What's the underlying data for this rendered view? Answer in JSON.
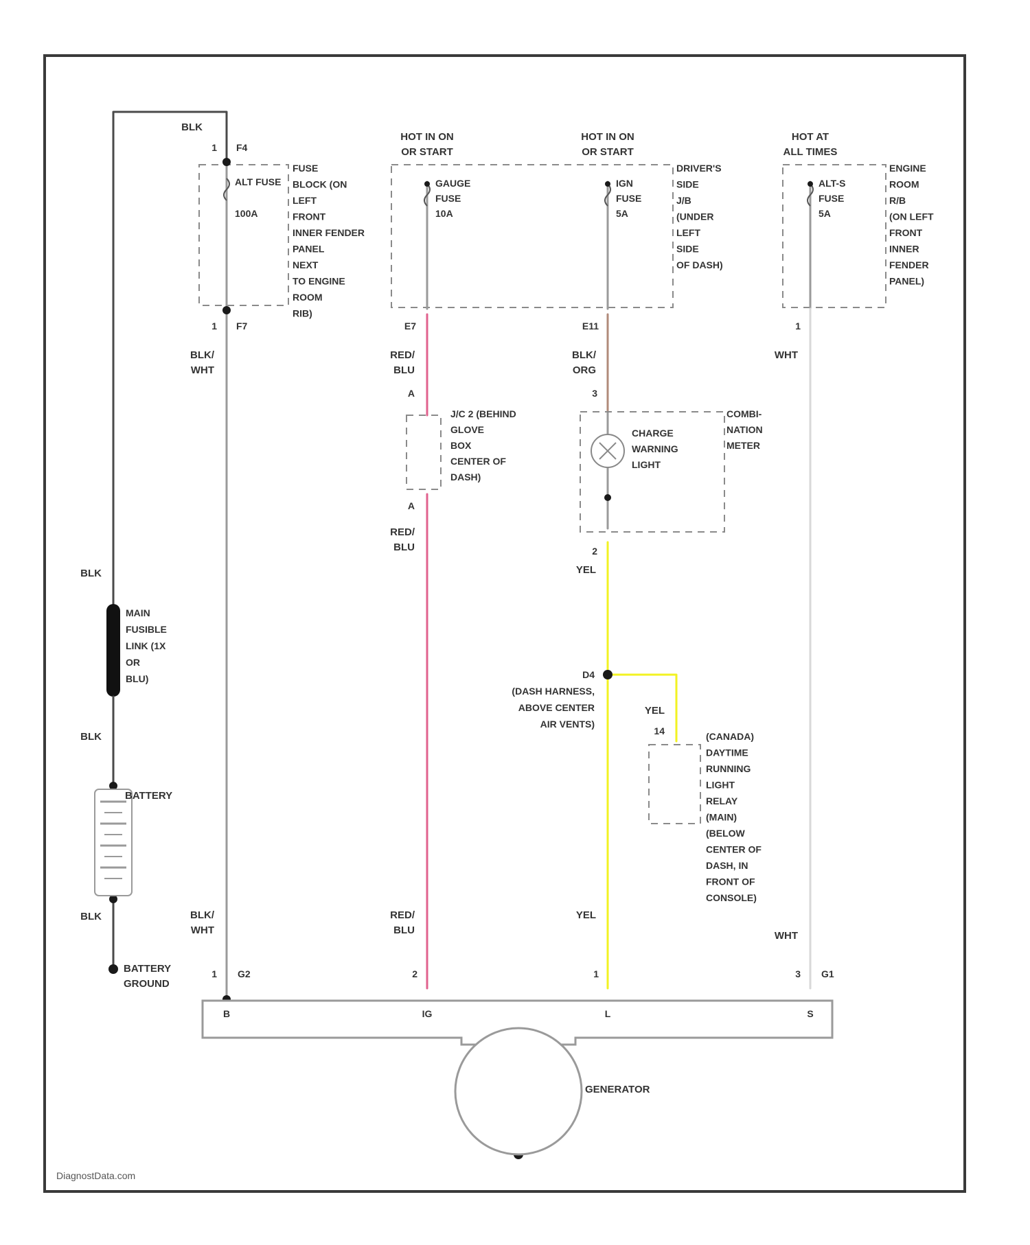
{
  "watermark": "DiagnostData.com",
  "colors": {
    "blk": "#4a4a4a",
    "blk_wht": "#9a9a9a",
    "red_blu": "#e0628e",
    "blk_org": "#b08a7a",
    "yel": "#f2f222",
    "wht": "#d8d8d8"
  },
  "supply_headers": {
    "gauge": [
      "HOT IN ON",
      "OR START"
    ],
    "ign": [
      "HOT IN ON",
      "OR START"
    ],
    "altsfuse": [
      "HOT AT",
      "ALL TIMES"
    ]
  },
  "fuses": {
    "alt": {
      "name": "ALT FUSE",
      "rating": "100A",
      "conn_top": "F4",
      "conn_bottom": "F7",
      "pin_top": "1",
      "pin_bottom": "1"
    },
    "gauge": {
      "name": [
        "GAUGE",
        "FUSE"
      ],
      "rating": "10A",
      "conn_bottom": "E7"
    },
    "ign": {
      "name": [
        "IGN",
        "FUSE"
      ],
      "rating": "5A",
      "conn_bottom": "E11"
    },
    "alts": {
      "name": [
        "ALT-S",
        "FUSE"
      ],
      "rating": "5A",
      "pin_bottom": "1"
    }
  },
  "fuse_block_left": [
    "FUSE",
    "BLOCK (ON",
    "LEFT",
    "FRONT",
    "INNER FENDER",
    "PANEL",
    "NEXT",
    "TO ENGINE",
    "ROOM",
    "RIB)"
  ],
  "fuse_block_drivers": [
    "DRIVER'S",
    "SIDE",
    "J/B",
    "(UNDER",
    "LEFT",
    "SIDE",
    "OF DASH)"
  ],
  "fuse_block_engine": [
    "ENGINE",
    "ROOM",
    "R/B",
    "(ON LEFT",
    "FRONT",
    "INNER",
    "FENDER",
    "PANEL)"
  ],
  "wire_labels": {
    "blk_top": "BLK",
    "blk_wht": [
      "BLK/",
      "WHT"
    ],
    "red_blu": [
      "RED/",
      "BLU"
    ],
    "blk_org": [
      "BLK/",
      "ORG"
    ],
    "wht": "WHT",
    "yel": "YEL",
    "blk_mid": "BLK",
    "wht_bat": "BLK",
    "blk_bat2": "BLK"
  },
  "jc": {
    "label": [
      "J/C 2 (BEHIND",
      "GLOVE",
      "BOX",
      "CENTER OF",
      "DASH)"
    ],
    "pin_top": "A",
    "pin_bottom": "A"
  },
  "meter": {
    "light": [
      "CHARGE",
      "WARNING",
      "LIGHT"
    ],
    "meter": [
      "COMBI-",
      "NATION",
      "METER"
    ],
    "pin_top": "3",
    "pin_bottom": "2"
  },
  "splice": {
    "id": "D4",
    "label": [
      "(DASH HARNESS,",
      "ABOVE CENTER",
      "AIR VENTS)"
    ]
  },
  "drl": {
    "pin": "14",
    "label": [
      "(CANADA)",
      "DAYTIME",
      "RUNNING",
      "LIGHT",
      "RELAY",
      "(MAIN)",
      "(BELOW",
      "CENTER OF",
      "DASH, IN",
      "FRONT OF",
      "CONSOLE)"
    ],
    "wire": "YEL"
  },
  "fusible_link": [
    "MAIN",
    "FUSIBLE",
    "LINK (1X",
    "OR",
    "BLU)"
  ],
  "battery": "BATTERY",
  "battery_ground": [
    "BATTERY",
    "GROUND"
  ],
  "generator": {
    "label": "GENERATOR",
    "terminals": [
      "B",
      "IG",
      "L",
      "S"
    ],
    "connectors": {
      "b_pin": "1",
      "b_conn": "G2",
      "ig_pin": "2",
      "l_pin": "1",
      "s_pin": "3",
      "s_conn": "G1"
    }
  }
}
